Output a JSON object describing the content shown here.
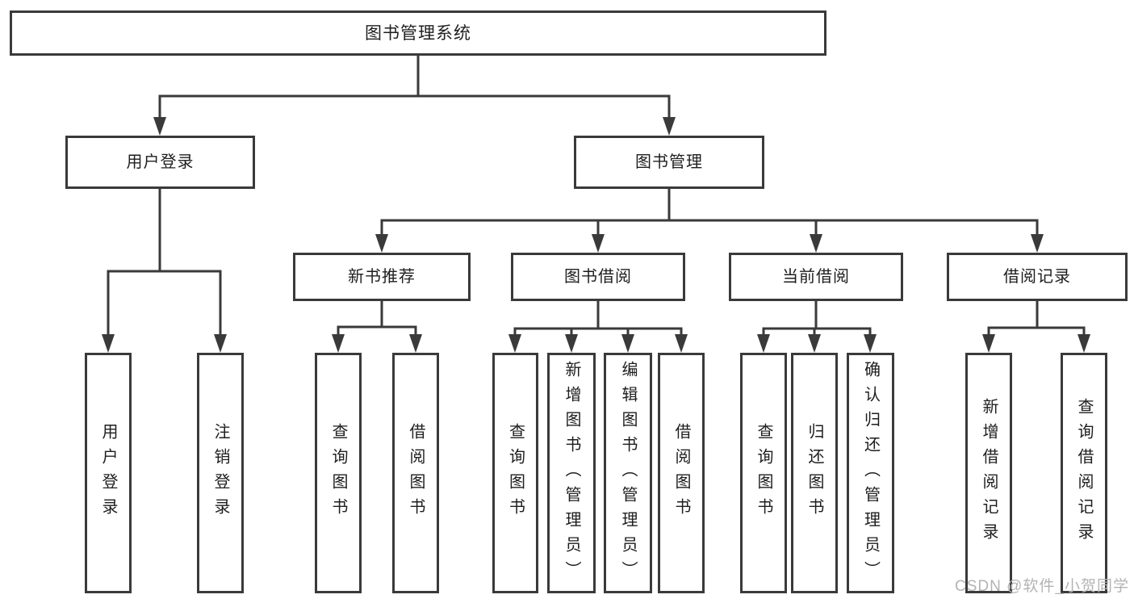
{
  "diagram": {
    "type": "hierarchy-tree",
    "title": "图书管理系统",
    "colors": {
      "line": "#3a3a3a",
      "box_border": "#3a3a3a",
      "box_fill": "#ffffff",
      "text": "#1e1e1e",
      "watermark": "#b3b3b3",
      "background": "#ffffff"
    },
    "watermark": {
      "text": "CSDN @软件_小贺同学"
    },
    "nodes": {
      "root": {
        "label": "图书管理系统"
      },
      "user_login": {
        "label": "用户登录"
      },
      "book_management": {
        "label": "图书管理"
      },
      "new_book_recommend": {
        "label": "新书推荐"
      },
      "book_borrow": {
        "label": "图书借阅"
      },
      "current_borrow": {
        "label": "当前借阅"
      },
      "borrow_records": {
        "label": "借阅记录"
      },
      "leaf_user_login": {
        "label": "用户登录"
      },
      "leaf_logout": {
        "label": "注销登录"
      },
      "leaf_query_books_1": {
        "label": "查询图书"
      },
      "leaf_borrow_books_1": {
        "label": "借阅图书"
      },
      "leaf_query_books_2": {
        "label": "查询图书"
      },
      "leaf_add_books": {
        "label": "新增图书（管理员）"
      },
      "leaf_edit_books": {
        "label": "编辑图书（管理员）"
      },
      "leaf_borrow_books_2": {
        "label": "借阅图书"
      },
      "leaf_query_books_3": {
        "label": "查询图书"
      },
      "leaf_return_books": {
        "label": "归还图书"
      },
      "leaf_confirm_return": {
        "label": "确认归还（管理员）"
      },
      "leaf_add_borrow_record": {
        "label": "新增借阅记录"
      },
      "leaf_query_borrow_record": {
        "label": "查询借阅记录"
      }
    },
    "hierarchy": {
      "图书管理系统": {
        "用户登录": [
          "用户登录",
          "注销登录"
        ],
        "图书管理": {
          "新书推荐": [
            "查询图书",
            "借阅图书"
          ],
          "图书借阅": [
            "查询图书",
            "新增图书（管理员）",
            "编辑图书（管理员）",
            "借阅图书"
          ],
          "当前借阅": [
            "查询图书",
            "归还图书",
            "确认归还（管理员）"
          ],
          "借阅记录": [
            "新增借阅记录",
            "查询借阅记录"
          ]
        }
      }
    }
  }
}
